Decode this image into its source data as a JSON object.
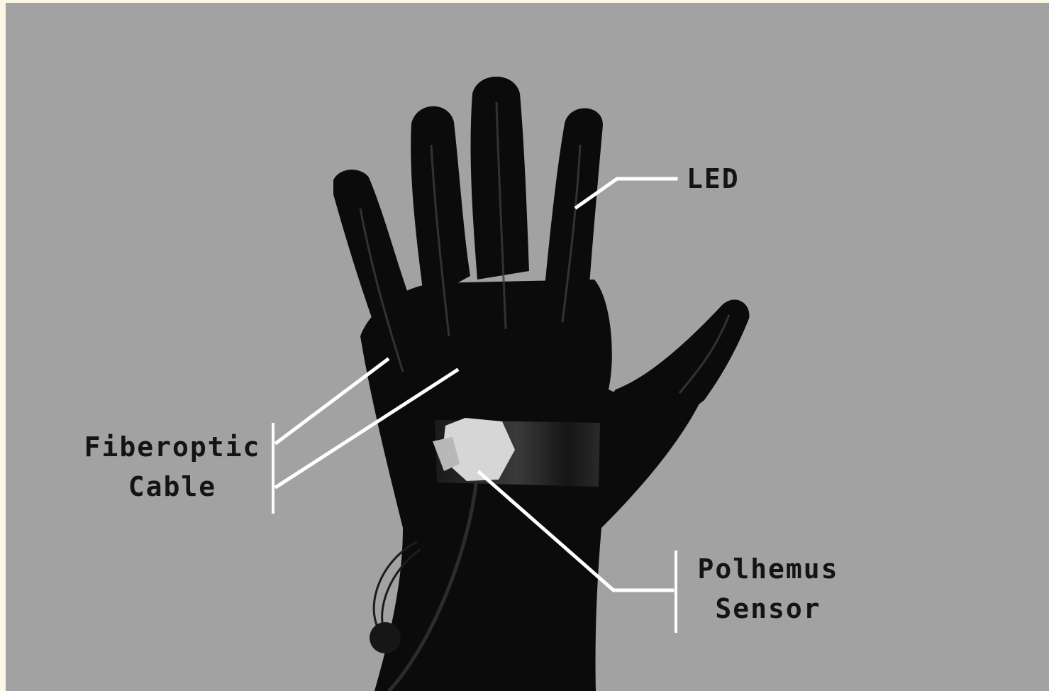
{
  "diagram": {
    "labels": {
      "led": "LED",
      "fiberoptic_line1": "Fiberoptic",
      "fiberoptic_line2": "Cable",
      "polhemus_line1": "Polhemus",
      "polhemus_line2": "Sensor"
    },
    "colors": {
      "background": "#a2a2a2",
      "glove": "#0b0b0b",
      "leader_lines": "#ffffff",
      "sensor": "#d6d6d6",
      "text": "#141414"
    }
  }
}
